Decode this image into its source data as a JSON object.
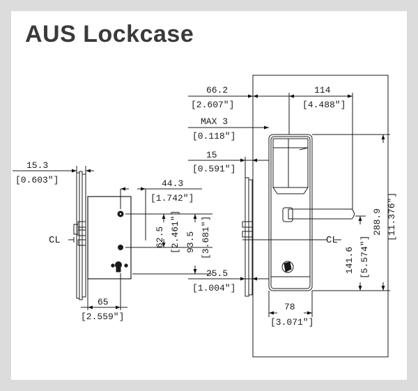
{
  "title": "AUS Lockcase",
  "dimensions": {
    "d66_2": "66.2",
    "d66_2_in": "[2.607″]",
    "d114": "114",
    "d114_in": "[4.488″]",
    "max3": "MAX 3",
    "max3_in": "[0.118″]",
    "d15": "15",
    "d15_in": "[0.591″]",
    "d15_3": "15.3",
    "d15_3_in": "[0.603″]",
    "d44_3": "44.3",
    "d44_3_in": "[1.742″]",
    "d62_5": "62.5",
    "d62_5_in": "[2.461″]",
    "d93_5": "93.5",
    "d93_5_in": "[3.681″]",
    "d25_5": "25.5",
    "d25_5_in": "[1.004″]",
    "d65": "65",
    "d65_in": "[2.559″]",
    "d78": "78",
    "d78_in": "[3.071″]",
    "d141_6": "141.6",
    "d141_6_in": "[5.574″]",
    "d288_9": "288.9",
    "d288_9_in": "[11.376″]",
    "cl_left": "CL",
    "cl_right": "CL"
  }
}
